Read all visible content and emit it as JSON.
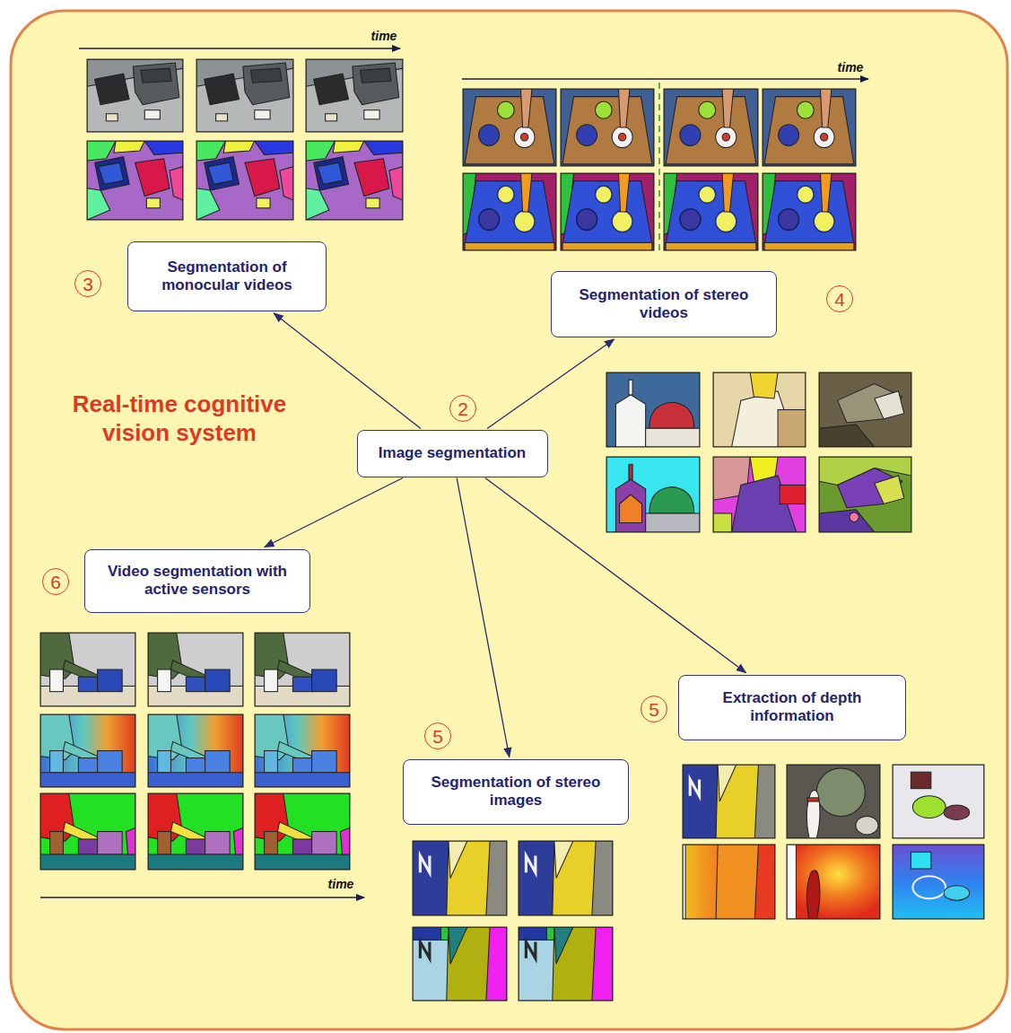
{
  "diagram": {
    "title": "Real-time cognitive vision system",
    "nodes": [
      {
        "text": [
          "Segmentation of monocular videos"
        ]
      },
      {
        "text": [
          "Segmentation of stereo videos"
        ]
      },
      {
        "text": [
          "Image segmentation"
        ]
      },
      {
        "text": [
          "Video segmentation with active sensors"
        ]
      },
      {
        "text": [
          "Extraction of depth information"
        ]
      },
      {
        "text": [
          "Segmentation of stereo images"
        ]
      }
    ],
    "edges": [
      {
        "from": 2,
        "to": 0,
        "arrow": "to"
      },
      {
        "from": 2,
        "to": 1,
        "arrow": "to"
      },
      {
        "from": 2,
        "to": 3,
        "arrow": "to"
      },
      {
        "from": 2,
        "to": 5,
        "arrow": "to"
      },
      {
        "from": 2,
        "to": 4,
        "arrow": "to"
      }
    ],
    "labels": [
      "time",
      "time",
      "3",
      "4",
      "2",
      "6",
      "5",
      "5",
      "time"
    ]
  }
}
